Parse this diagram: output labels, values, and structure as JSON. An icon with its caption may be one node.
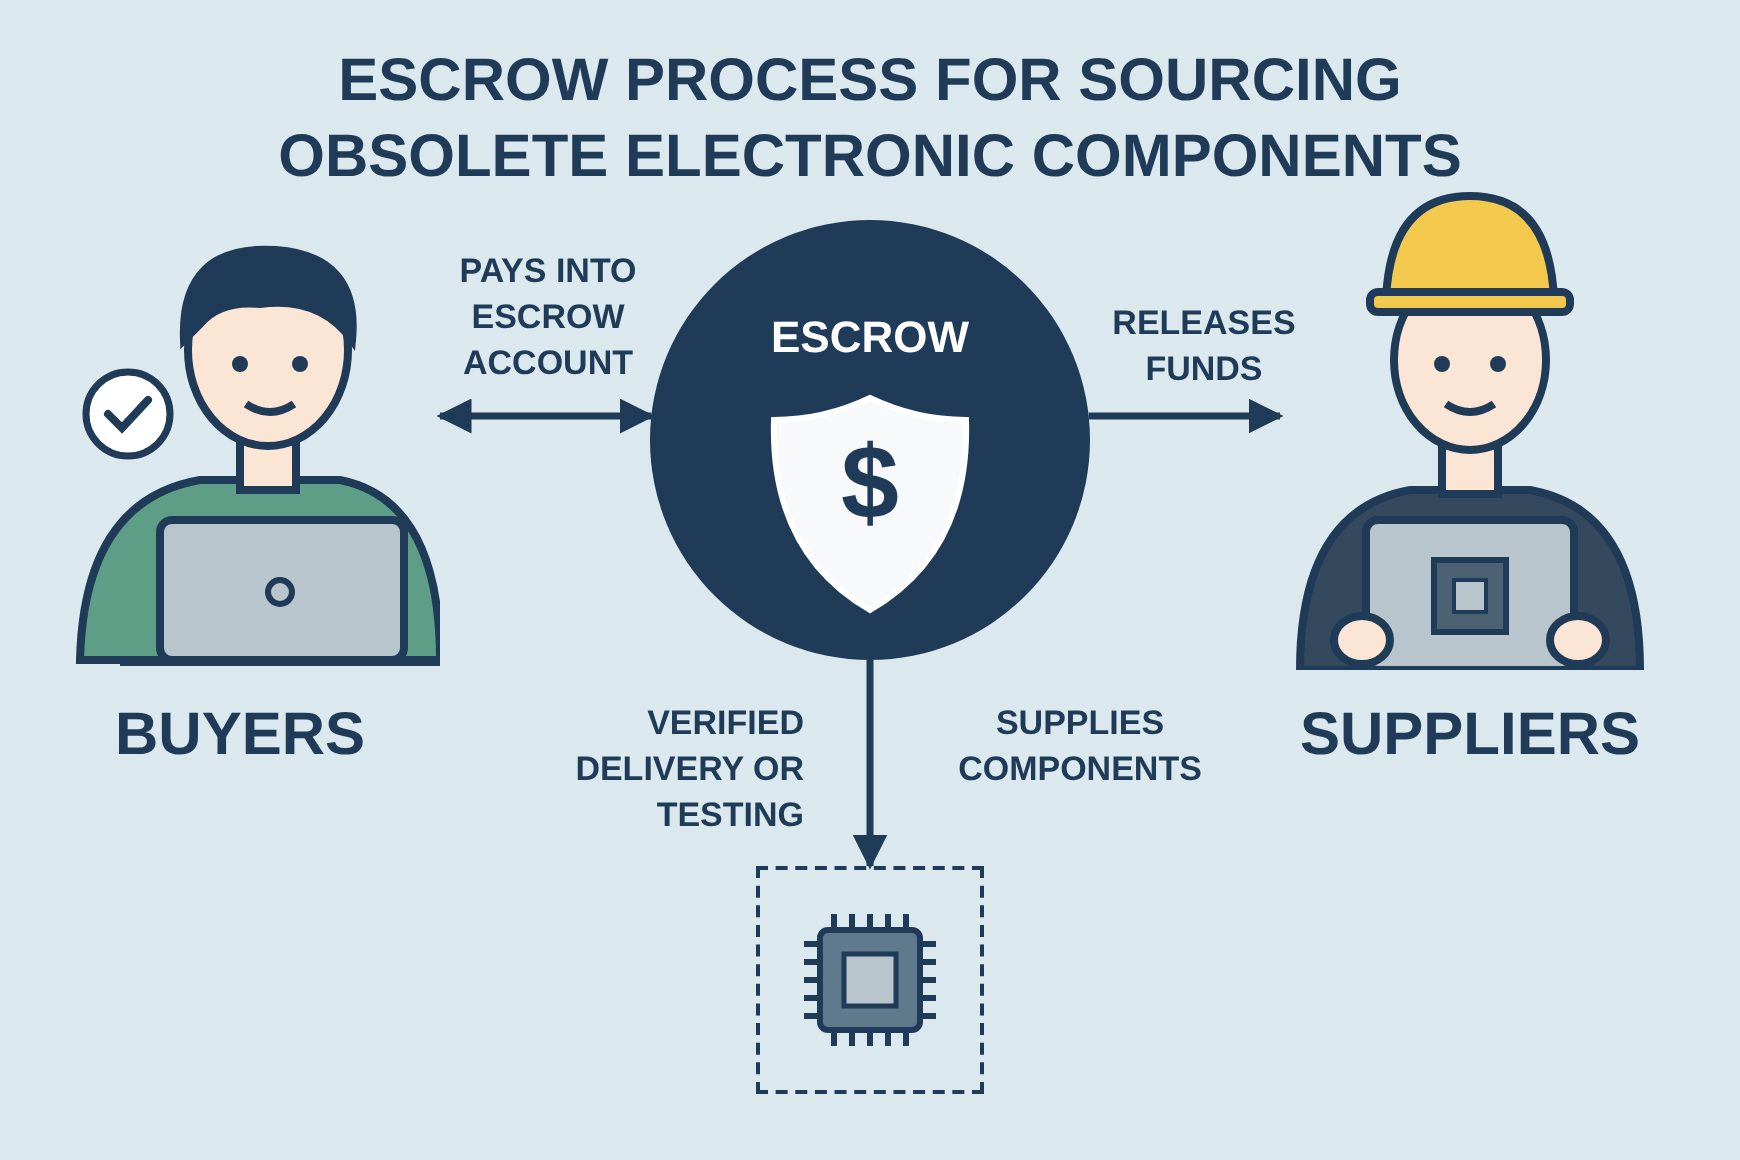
{
  "diagram": {
    "title": "ESCROW PROCESS FOR SOURCING OBSOLETE ELECTRONIC COMPONENTS",
    "nodes": [
      {
        "text": [
          "BUYERS"
        ]
      },
      {
        "text": [
          "ESCROW"
        ]
      },
      {
        "text": [
          "SUPPLIERS"
        ]
      },
      {
        "text": [],
        "shape": "box"
      }
    ],
    "edges": [
      {
        "from": 0,
        "to": 1,
        "arrow": "both",
        "label": "PAYS INTO ESCROW ACCOUNT"
      },
      {
        "from": 1,
        "to": 2,
        "arrow": "to",
        "label": "RELEASES FUNDS"
      },
      {
        "from": 1,
        "to": 3,
        "arrow": "to",
        "label": "VERIFIED DELIVERY OR TESTING"
      }
    ],
    "labels": [
      "$",
      "SUPPLIES COMPONENTS"
    ]
  }
}
